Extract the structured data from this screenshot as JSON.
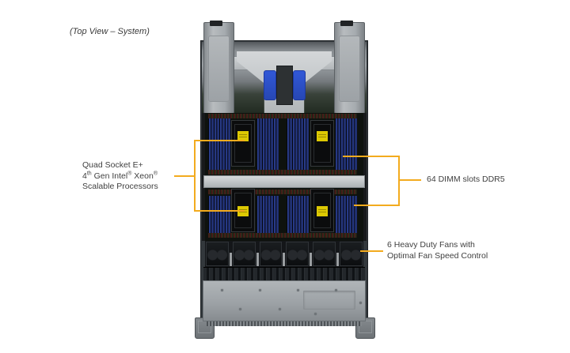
{
  "page": {
    "caption": "(Top View – System)"
  },
  "accent": "#F3AB1E",
  "callouts": {
    "processors": {
      "line1": "Quad Socket E+",
      "line2": {
        "t1": "4",
        "sup1": "th",
        "t2": " Gen Intel",
        "sup2": "®",
        "t3": " Xeon",
        "sup3": "®"
      },
      "line3": "Scalable Processors"
    },
    "dimm": {
      "label": "64 DIMM slots DDR5"
    },
    "fans": {
      "line1": "6 Heavy Duty Fans with",
      "line2": "Optimal Fan Speed Control"
    }
  },
  "illustration": {
    "fan_count": 6,
    "dimm_rows": 2,
    "dimm_banks_per_row": 4,
    "slots_per_bank": 8,
    "cpu_count": 4,
    "colors": {
      "dimm_blue": "#24367f",
      "cpu_label_yellow": "#ddc903",
      "chassis_gray": "#9aa0a5",
      "pcb_green": "#24321f"
    }
  }
}
